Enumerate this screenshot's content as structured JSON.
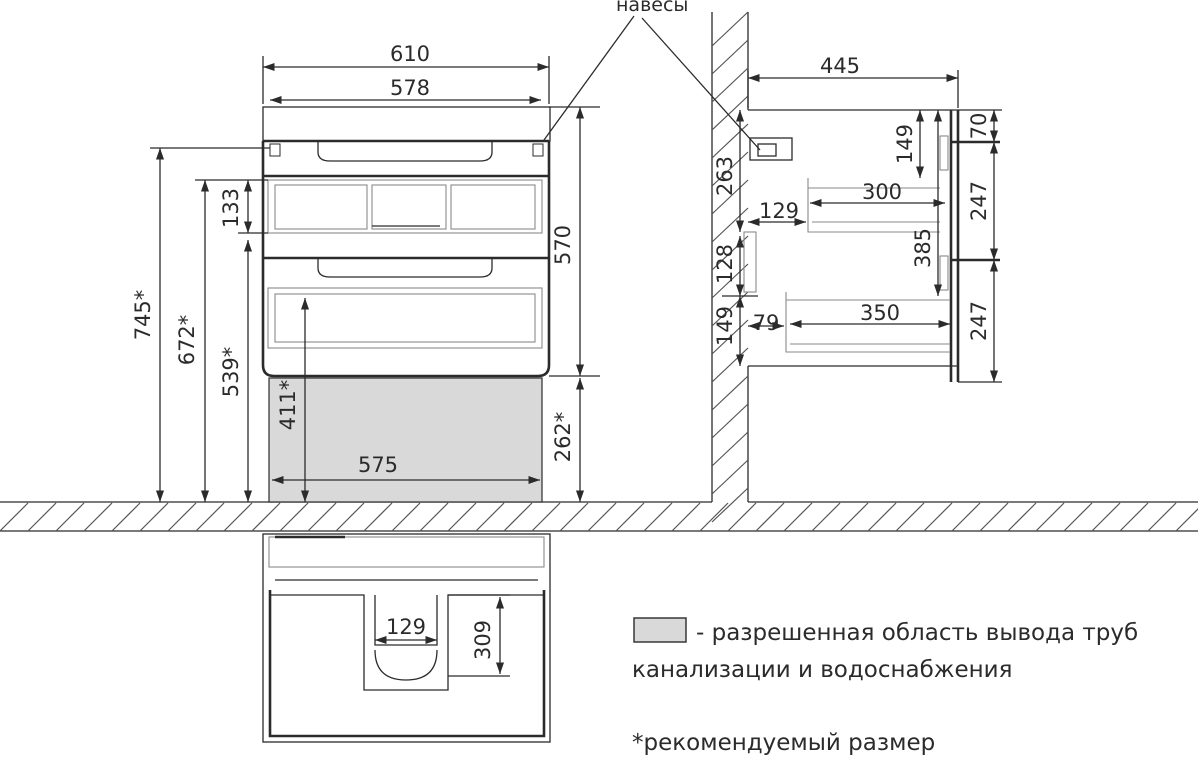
{
  "labels": {
    "hinges": "навесы"
  },
  "dimensions": {
    "top_width_outer": "610",
    "top_width_inner": "578",
    "cabinet_height": "570",
    "drawer_front": "133",
    "h_745": "745*",
    "h_672": "672*",
    "h_539": "539*",
    "h_411": "411*",
    "h_262": "262*",
    "pipe_zone_width": "575",
    "side_depth": "445",
    "side_263": "263",
    "side_149_top": "149",
    "side_300": "300",
    "side_129": "129",
    "side_385": "385",
    "side_128": "128",
    "side_149_low": "149",
    "side_79": "79",
    "side_350": "350",
    "side_70": "70",
    "side_247_top": "247",
    "side_247_low": "247",
    "plan_129": "129",
    "plan_309": "309"
  },
  "legend": {
    "line1": "- разрешенная область вывода труб",
    "line2": "канализации и водоснабжения",
    "note": "*рекомендуемый размер"
  },
  "colors": {
    "allowed_zone_fill": "#d9d9d9",
    "ink": "#2b2b2b"
  }
}
